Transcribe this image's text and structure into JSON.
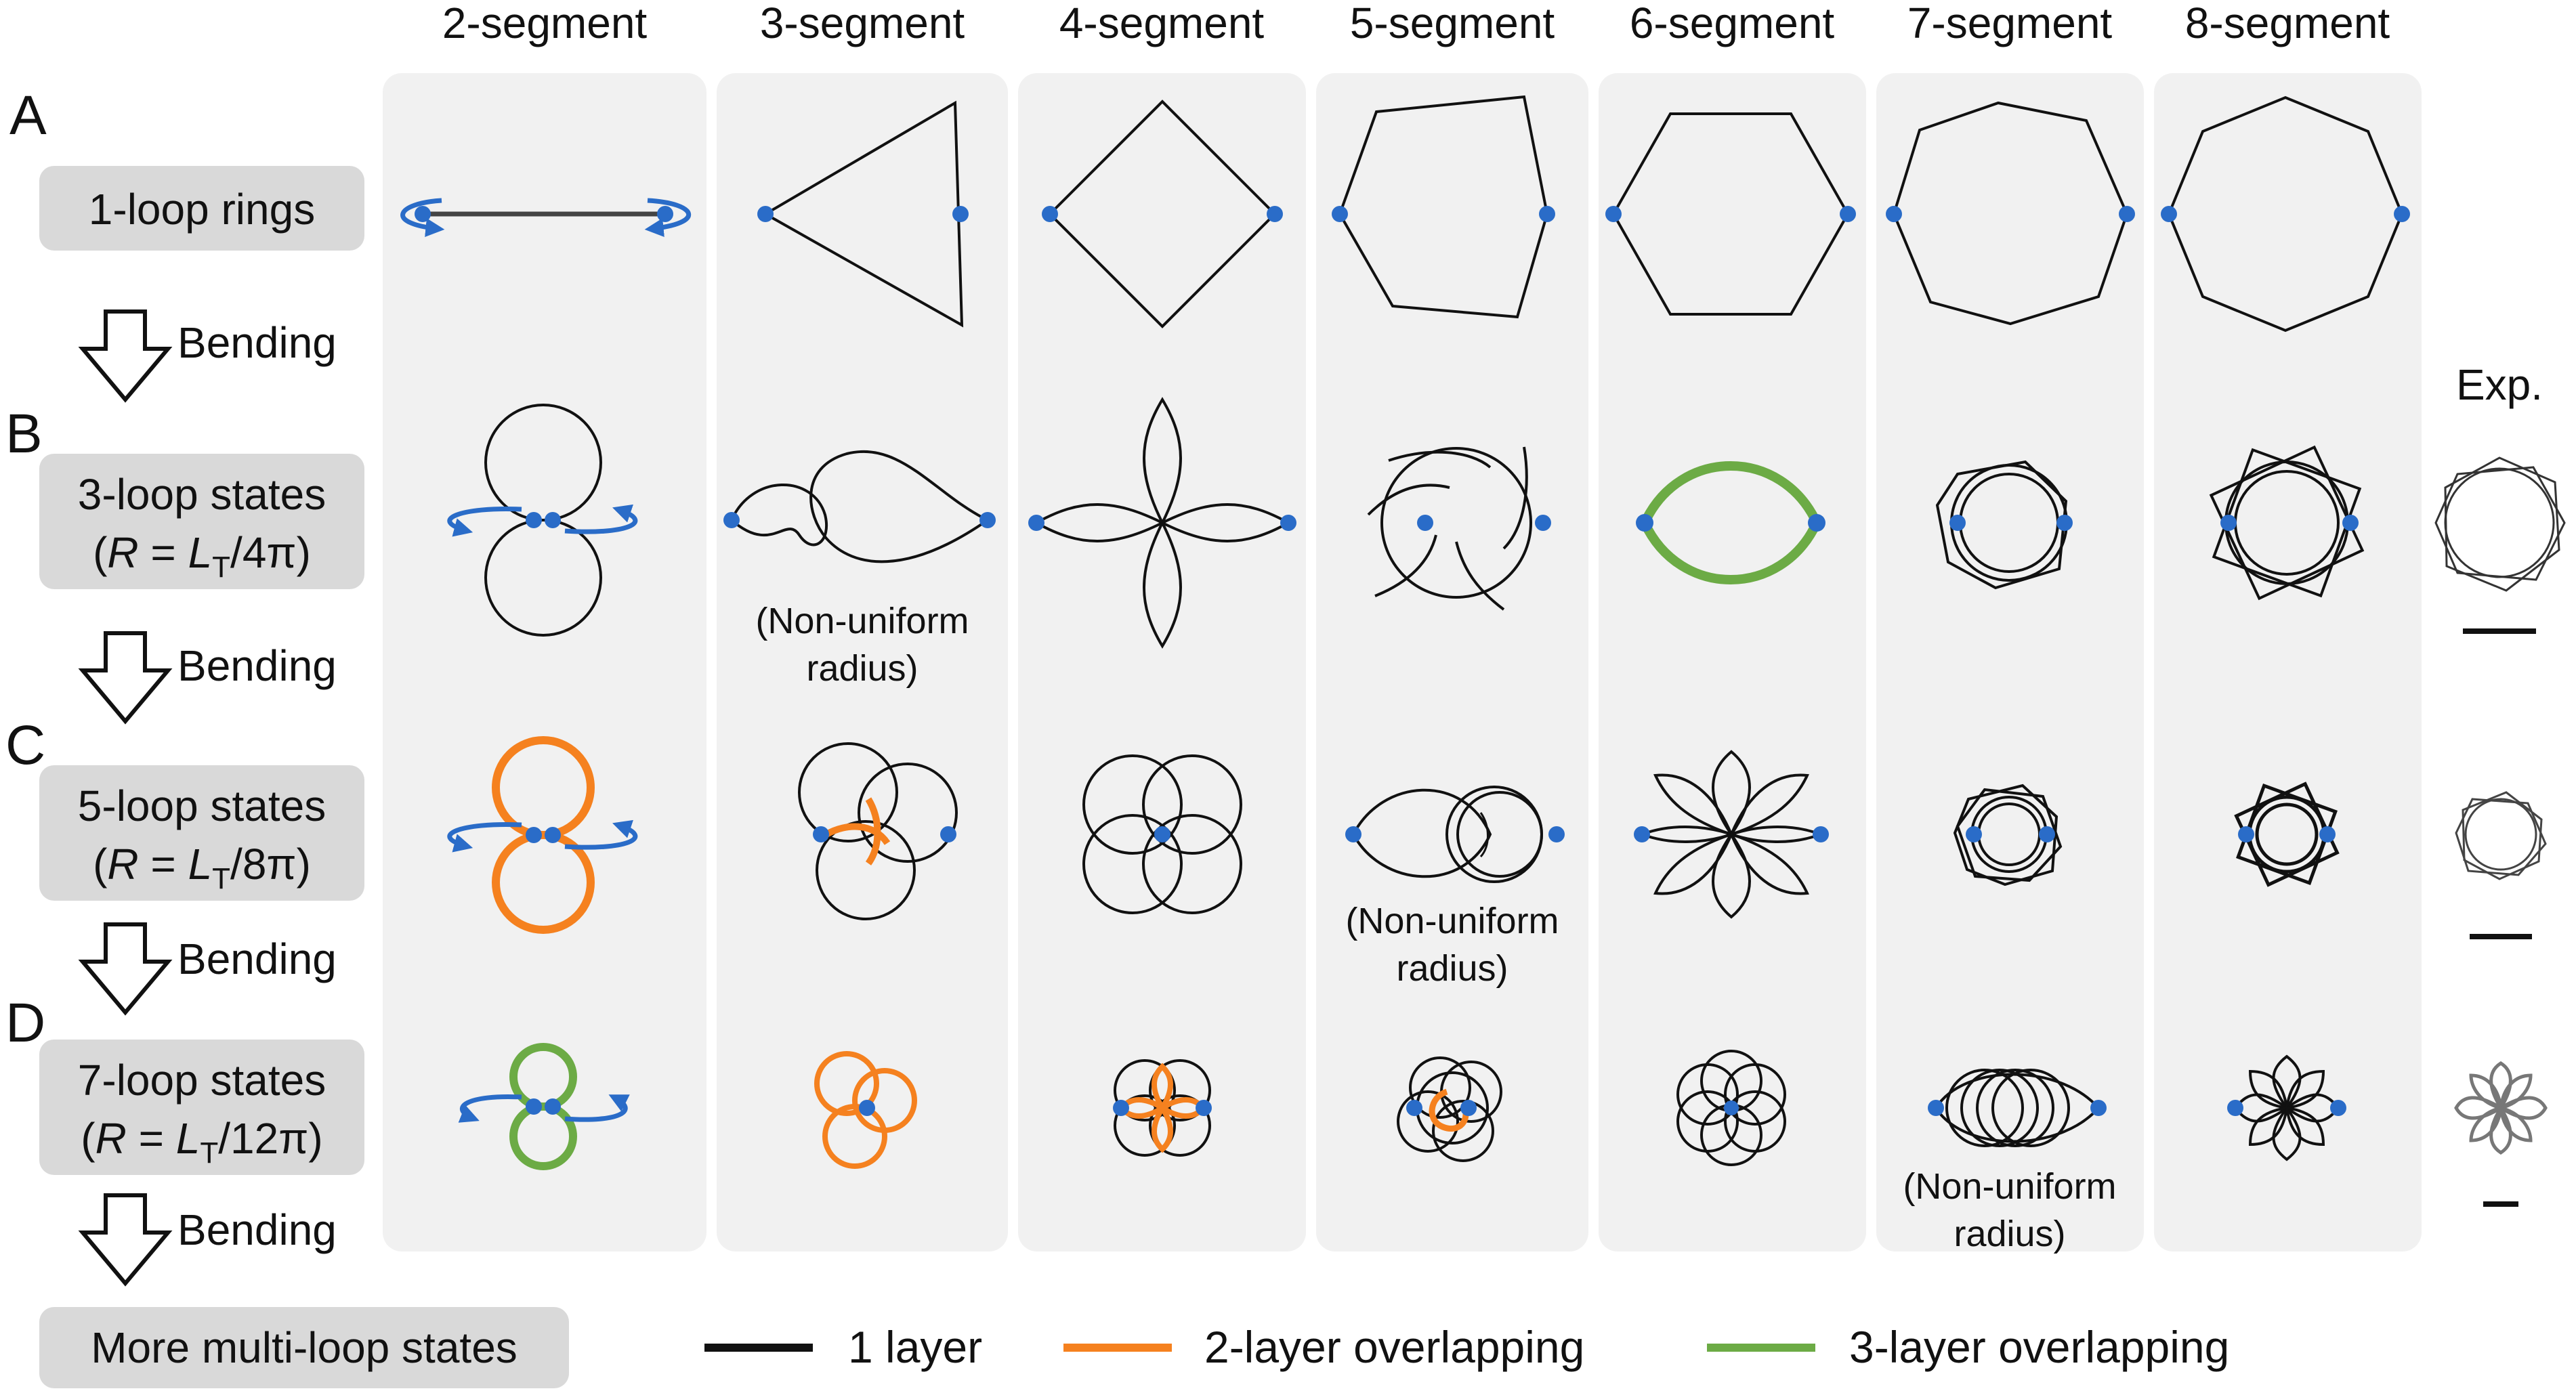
{
  "colors": {
    "panel_bg": "#f1f1f1",
    "label_bg": "#d9d9d9",
    "one_layer": "#111111",
    "two_layer": "#f5811f",
    "three_layer": "#6cab45",
    "joint": "#2a6cc8",
    "rotate_arrow": "#2a6cc8"
  },
  "column_headers": [
    "2-segment",
    "3-segment",
    "4-segment",
    "5-segment",
    "6-segment",
    "7-segment",
    "8-segment"
  ],
  "rows": [
    {
      "letter": "A",
      "label_line1": "1-loop rings",
      "label_line2": ""
    },
    {
      "letter": "B",
      "label_line1": "3-loop states",
      "label_line2_pre": "(",
      "label_R": "R",
      "label_eq": " = ",
      "label_L": "L",
      "label_sub": "T",
      "label_tail": "/4π)"
    },
    {
      "letter": "C",
      "label_line1": "5-loop states",
      "label_line2_pre": "(",
      "label_R": "R",
      "label_eq": " = ",
      "label_L": "L",
      "label_sub": "T",
      "label_tail": "/8π)"
    },
    {
      "letter": "D",
      "label_line1": "7-loop states",
      "label_line2_pre": "(",
      "label_R": "R",
      "label_eq": " = ",
      "label_L": "L",
      "label_sub": "T",
      "label_tail": "/12π)"
    }
  ],
  "bending_label": "Bending",
  "final_state_label": "More multi-loop states",
  "exp_label": "Exp.",
  "notes": {
    "non_uniform_line1": "(Non-uniform",
    "non_uniform_line2": "radius)"
  },
  "legend": [
    {
      "label": "1 layer",
      "color": "#111111"
    },
    {
      "label": "2-layer overlapping",
      "color": "#f5811f"
    },
    {
      "label": "3-layer overlapping",
      "color": "#6cab45"
    }
  ]
}
